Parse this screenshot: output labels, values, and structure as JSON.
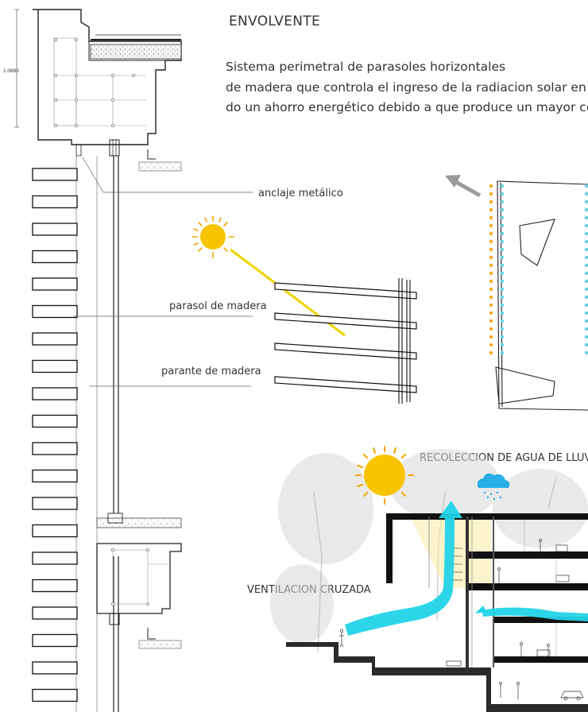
{
  "title": "ENVOLVENTE",
  "description": [
    "Sistema perimetral de parasoles horizontales",
    "de madera que controla el ingreso de la radiacion solar en la c",
    "do un ahorro energético debido a que produce un mayor conf"
  ],
  "dimension_label": "1.0880",
  "labels": {
    "anclaje": "anclaje metálico",
    "parasol": "parasol de madera",
    "parante": "parante de madera",
    "recoleccion": "RECOLECCION DE AGUA DE LLUVIA",
    "ventilacion": "VENTILACION CRUZADA"
  },
  "colors": {
    "sun_fill": "#f8c400",
    "sun_rays": "#f5a400",
    "sun_ray_line": "#f0d400",
    "airflow": "#22d3e8",
    "cloud": "#29aee6",
    "orange_dots": "#f5a623",
    "cyan_dots": "#5fd6e3",
    "slab": "#111111",
    "ground": "#2a2a2a",
    "arrow_gray": "#9a9a9a"
  }
}
